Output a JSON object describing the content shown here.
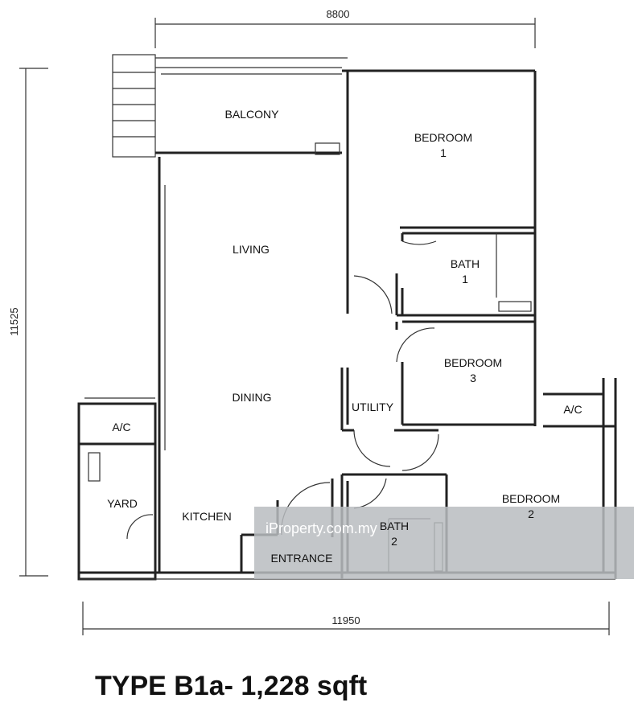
{
  "dimensions": {
    "top": "8800",
    "left": "11525",
    "bottom": "11950"
  },
  "rooms": {
    "balcony": "BALCONY",
    "bedroom1": [
      "BEDROOM",
      "1"
    ],
    "living": "LIVING",
    "bath1": [
      "BATH",
      "1"
    ],
    "bedroom3": [
      "BEDROOM",
      "3"
    ],
    "dining": "DINING",
    "utility": "UTILITY",
    "ac_left": "A/C",
    "ac_right": "A/C",
    "yard": "YARD",
    "kitchen": "KITCHEN",
    "entrance": "ENTRANCE",
    "bath2": [
      "BATH",
      "2"
    ],
    "bedroom2": [
      "BEDROOM",
      "2"
    ]
  },
  "watermark": "iProperty.com.my",
  "title": "TYPE B1a- 1,228 sqft",
  "colors": {
    "watermark_band": "#b9bcbf",
    "walls": "#222222"
  }
}
